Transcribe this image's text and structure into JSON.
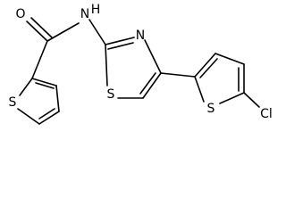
{
  "molecule": {
    "atoms": {
      "O": "O",
      "NH": "N",
      "H": "H",
      "N_ring": "N",
      "S_left": "S",
      "S_mid": "S",
      "S_right": "S",
      "Cl": "Cl"
    }
  },
  "colors": {
    "bond": "#000000",
    "label": "#000000",
    "background": "#ffffff"
  }
}
